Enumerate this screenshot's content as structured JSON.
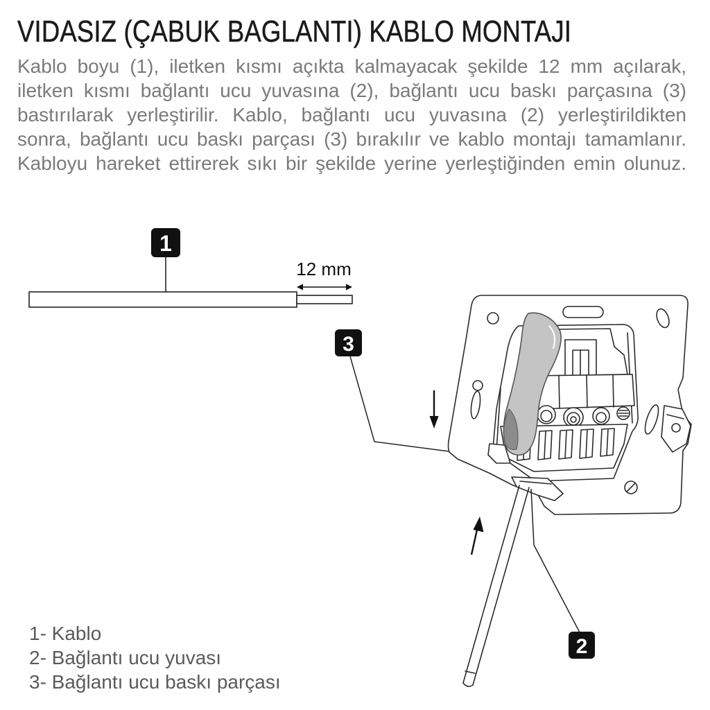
{
  "document": {
    "title": "VIDASIZ (ÇABUK BAGLANTI) KABLO MONTAJI",
    "paragraph_lines": [
      "Kablo boyu (1), iletken kısmı açıkta kalmayacak şekilde 12 mm açılarak,",
      "iletken kısmı bağlantı ucu yuvasına (2), bağlantı ucu baskı parçasına (3)",
      "bastırılarak yerleştirilir. Kablo, bağlantı ucu yuvasına (2) yerleştirildikten",
      "sonra, bağlantı ucu baskı parçası (3) bırakılır ve kablo montajı tamamlanır.",
      "Kabloyu hareket ettirerek sıkı bir şekilde yerine yerleştiğinden emin olunuz."
    ]
  },
  "diagram": {
    "callout_1": "1",
    "callout_2": "2",
    "callout_3": "3",
    "strip_length": "12 mm"
  },
  "legend": {
    "items": [
      "1- Kablo",
      "2- Bağlantı ucu yuvası",
      "3- Bağlantı ucu baskı parçası"
    ]
  },
  "colors": {
    "title": "#1b1b1b",
    "body_text": "#7a7a7a",
    "legend_text": "#5a5a5a",
    "callout_fill": "#111111",
    "press_piece": "#c4c4c4",
    "press_piece_shadow": "#8c8c8c"
  }
}
